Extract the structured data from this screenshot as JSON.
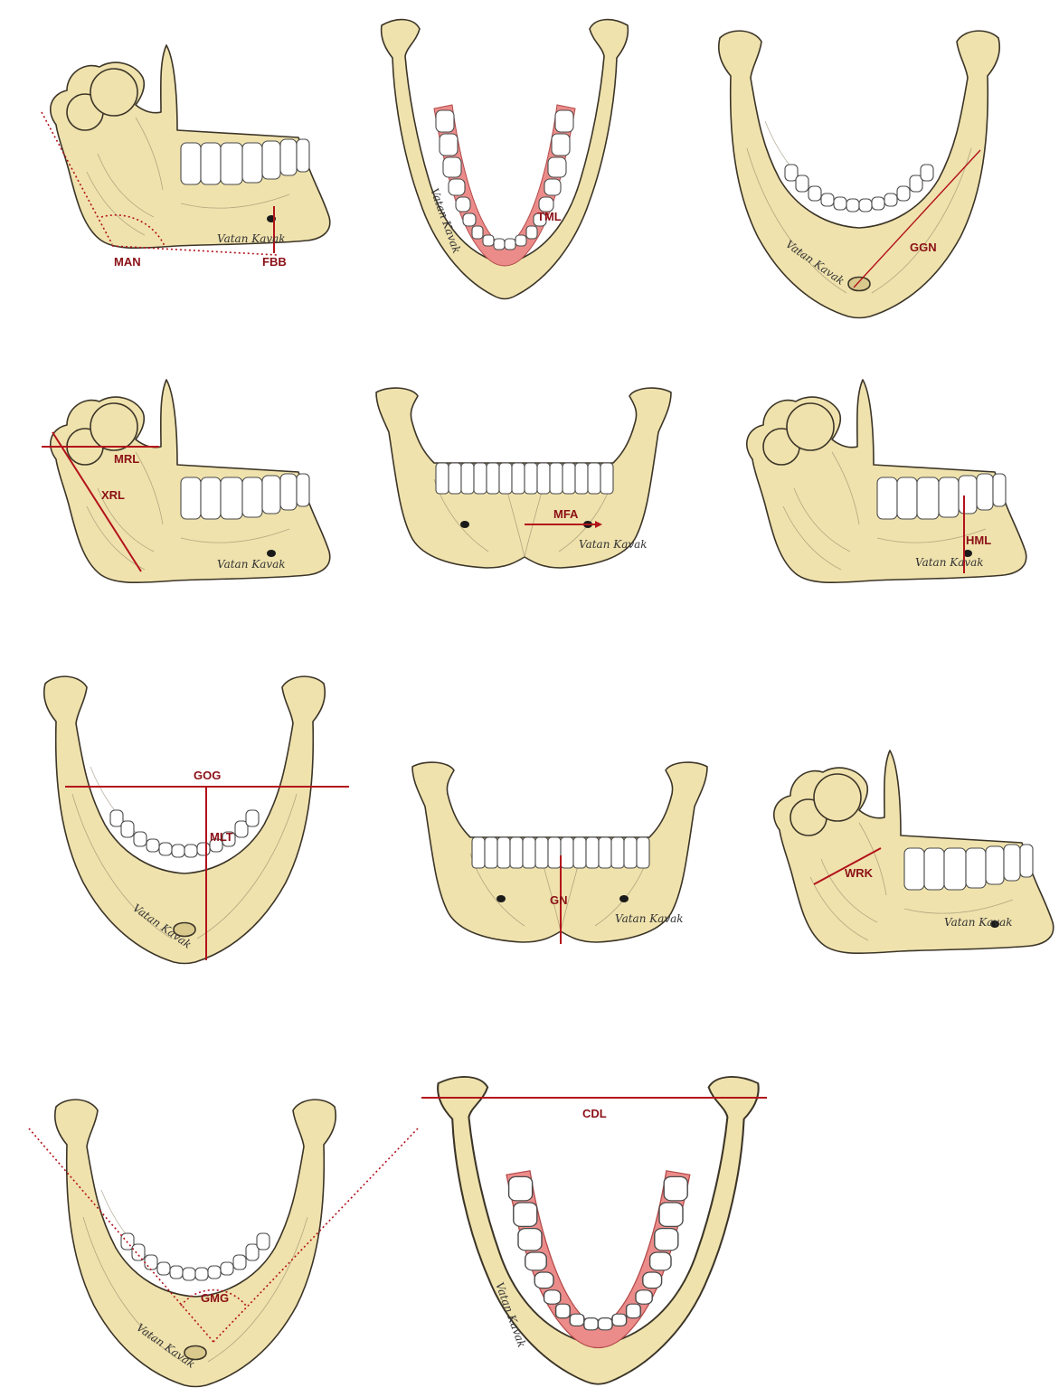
{
  "colors": {
    "bone": "#efe2ad",
    "bone_shade": "#d9c98c",
    "outline": "#3c3528",
    "gum": "#ec8c8a",
    "measure": "#b3121b",
    "label": "#8b1016",
    "tooth": "#ffffff",
    "background": "#ffffff"
  },
  "signature": "Vatan Kavak",
  "panels": [
    {
      "id": "lateral-1",
      "view": "lateral",
      "labels": [
        "MAN",
        "FBB"
      ]
    },
    {
      "id": "occlusal-1",
      "view": "occlusal",
      "labels": [
        "TML"
      ]
    },
    {
      "id": "inferior-1",
      "view": "inferior",
      "labels": [
        "GGN"
      ]
    },
    {
      "id": "lateral-2",
      "view": "lateral",
      "labels": [
        "MRL",
        "XRL"
      ]
    },
    {
      "id": "anterior-1",
      "view": "anterior",
      "labels": [
        "MFA"
      ]
    },
    {
      "id": "lateral-3",
      "view": "lateral",
      "labels": [
        "HML"
      ]
    },
    {
      "id": "inferior-2",
      "view": "inferior",
      "labels": [
        "GOG",
        "MLT"
      ]
    },
    {
      "id": "anterior-2",
      "view": "anterior",
      "labels": [
        "GN"
      ]
    },
    {
      "id": "lateral-4",
      "view": "lateral",
      "labels": [
        "WRK"
      ]
    },
    {
      "id": "inferior-3",
      "view": "inferior",
      "labels": [
        "GMG"
      ]
    },
    {
      "id": "occlusal-2",
      "view": "occlusal",
      "labels": [
        "CDL"
      ]
    }
  ]
}
